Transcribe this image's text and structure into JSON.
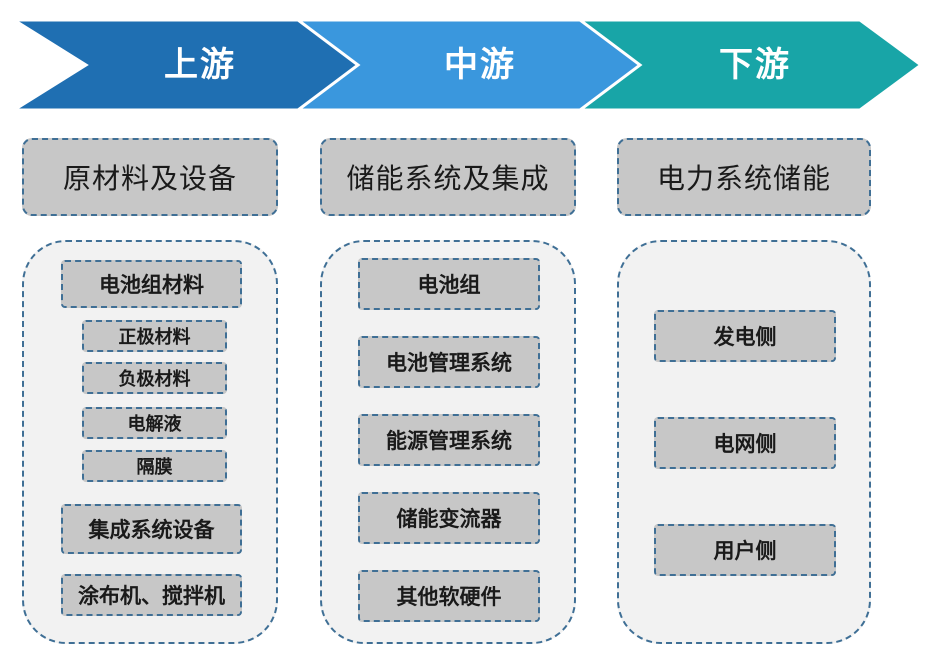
{
  "colors": {
    "upstream": "#1f6fb2",
    "midstream": "#3a97dd",
    "downstream": "#18a5a7",
    "box_fill": "#c7c7c7",
    "panel_fill": "#f2f2f2",
    "dash_border": "#3f6f95"
  },
  "stages": [
    {
      "label": "上游",
      "header": "原材料及设备",
      "groups": [
        {
          "title": "电池组材料",
          "items": [
            "正极材料",
            "负极材料",
            "电解液",
            "隔膜"
          ]
        },
        {
          "title": "集成系统设备",
          "items": []
        },
        {
          "title": "涂布机、搅拌机",
          "items": []
        }
      ]
    },
    {
      "label": "中游",
      "header": "储能系统及集成",
      "items": [
        "电池组",
        "电池管理系统",
        "能源管理系统",
        "储能变流器",
        "其他软硬件"
      ]
    },
    {
      "label": "下游",
      "header": "电力系统储能",
      "items": [
        "发电侧",
        "电网侧",
        "用户侧"
      ]
    }
  ]
}
